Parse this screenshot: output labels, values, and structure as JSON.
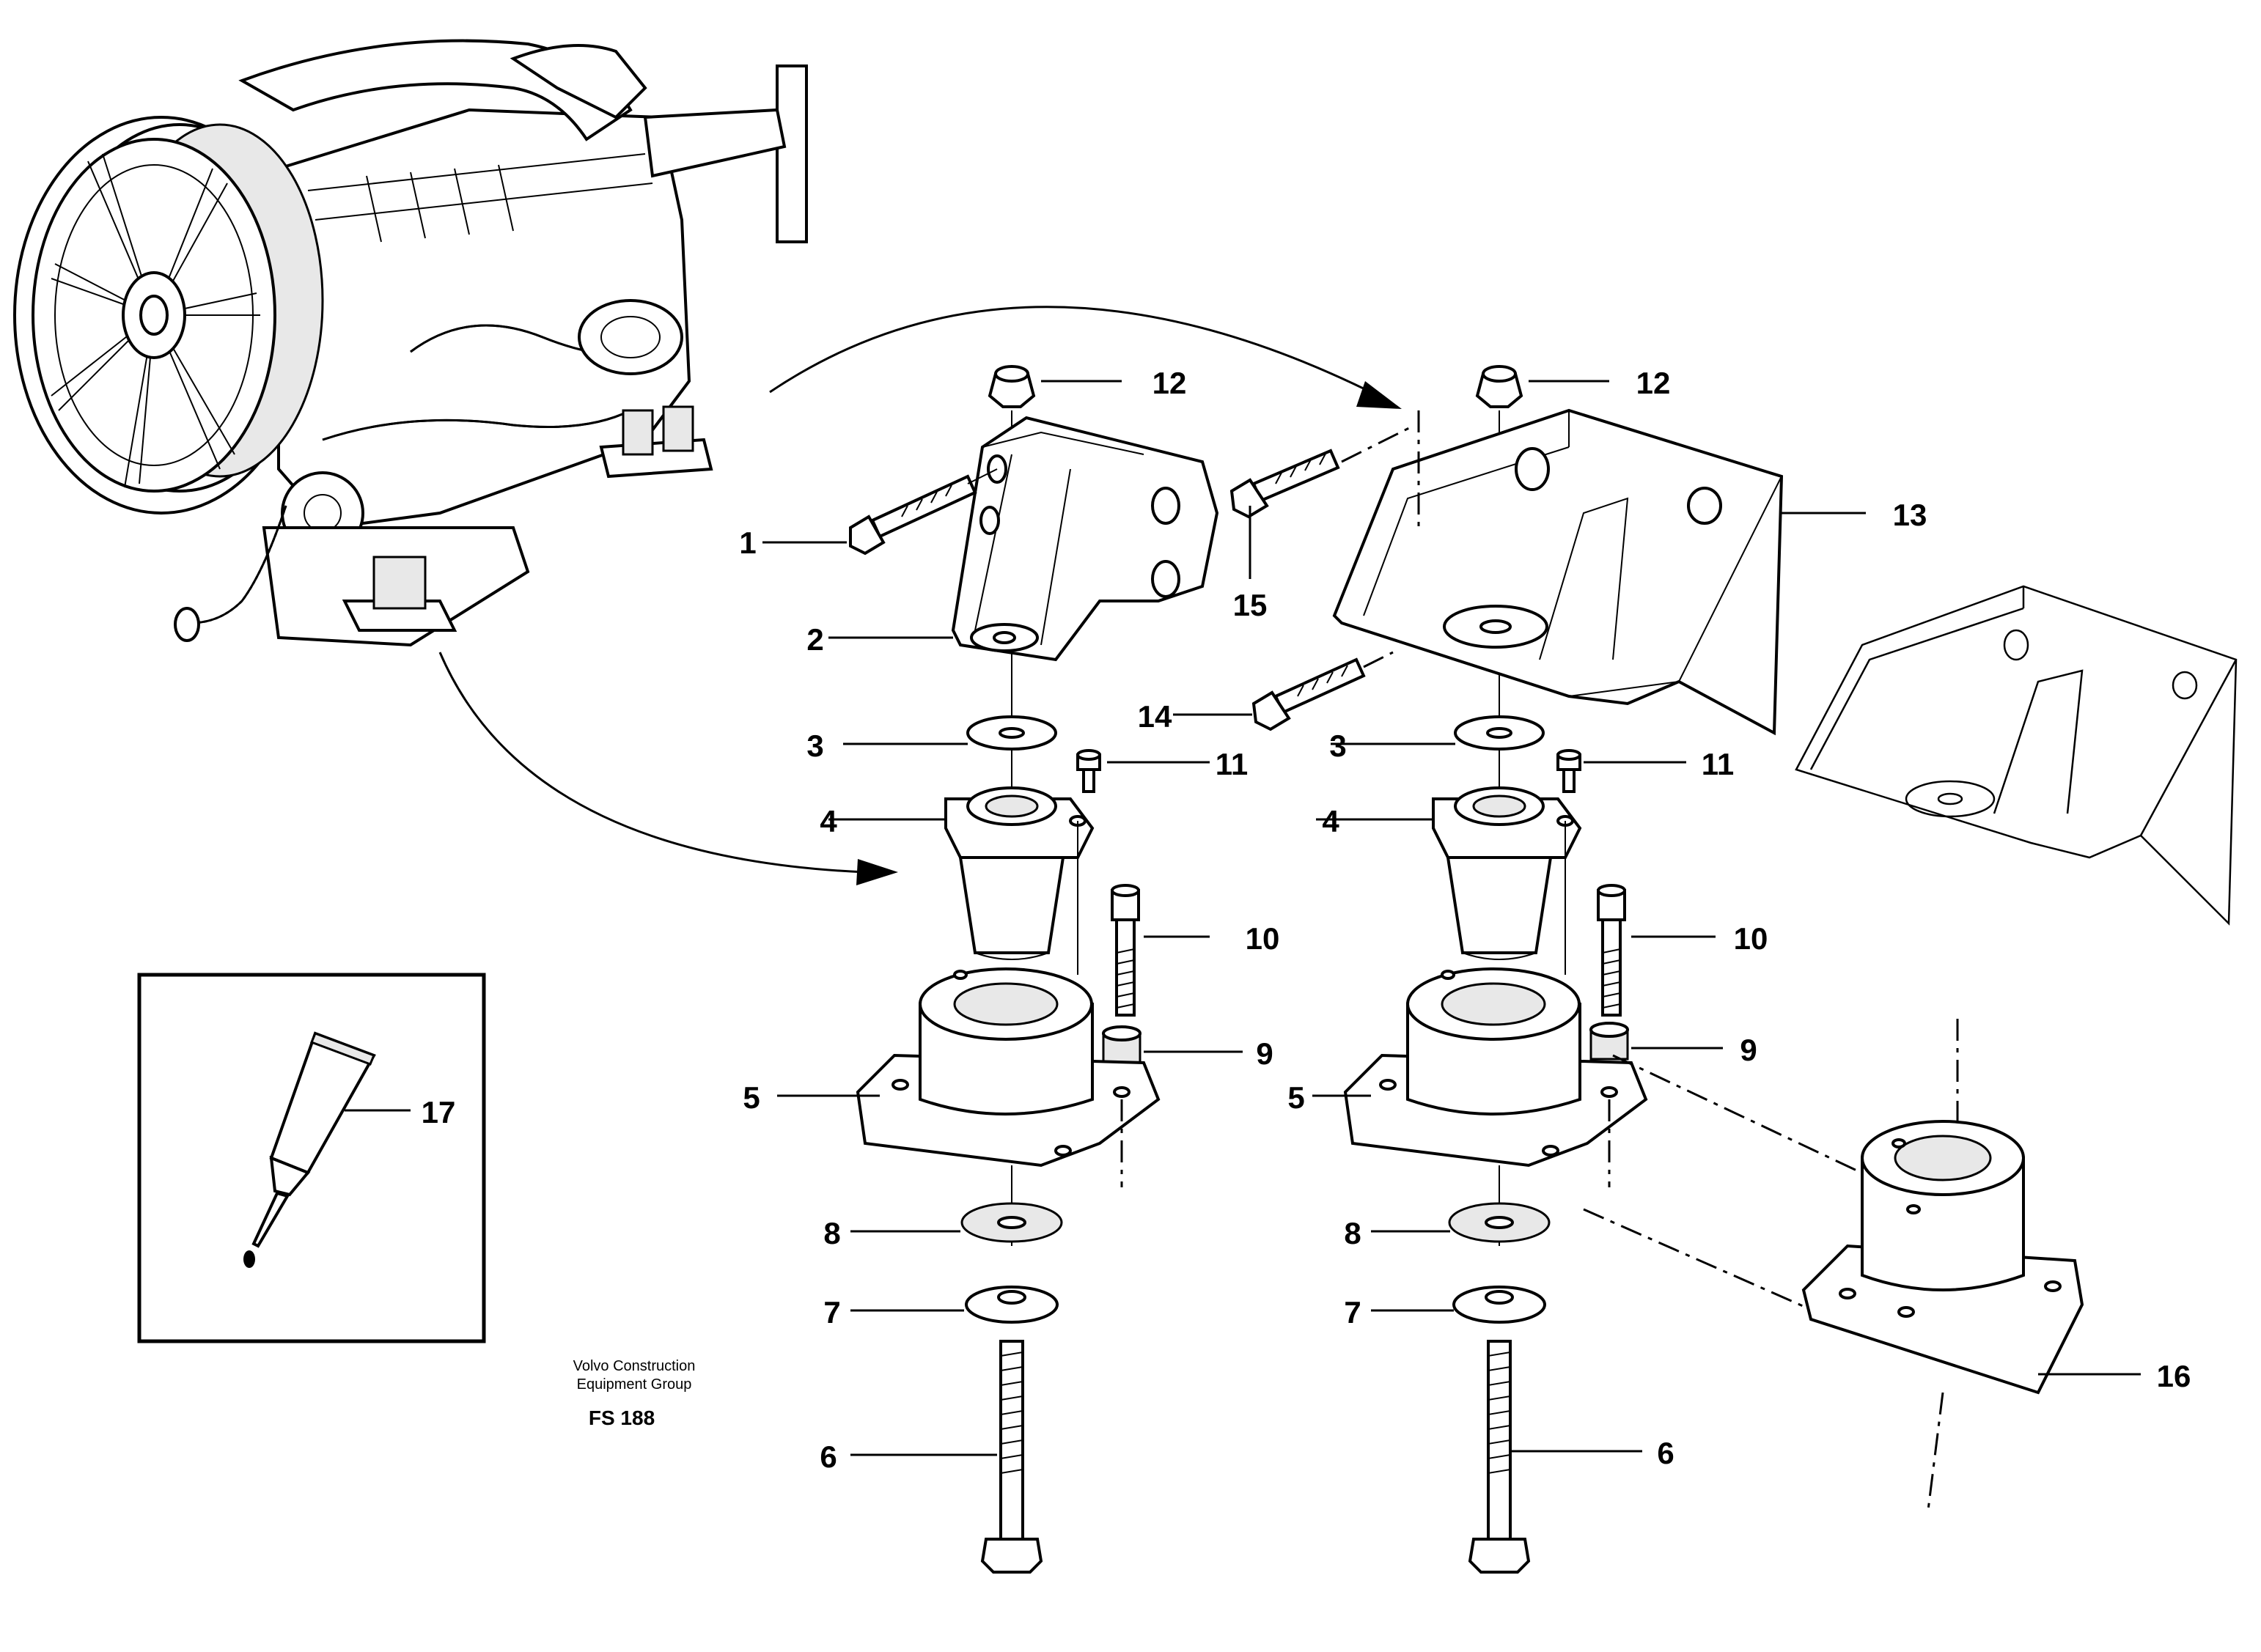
{
  "callouts": [
    {
      "id": "1",
      "text": "1"
    },
    {
      "id": "2",
      "text": "2"
    },
    {
      "id": "3",
      "text": "3"
    },
    {
      "id": "4",
      "text": "4"
    },
    {
      "id": "5",
      "text": "5"
    },
    {
      "id": "6",
      "text": "6"
    },
    {
      "id": "7",
      "text": "7"
    },
    {
      "id": "8",
      "text": "8"
    },
    {
      "id": "9",
      "text": "9"
    },
    {
      "id": "10",
      "text": "10"
    },
    {
      "id": "11",
      "text": "11"
    },
    {
      "id": "12",
      "text": "12"
    },
    {
      "id": "13",
      "text": "13"
    },
    {
      "id": "14",
      "text": "14"
    },
    {
      "id": "15",
      "text": "15"
    },
    {
      "id": "16",
      "text": "16"
    },
    {
      "id": "17",
      "text": "17"
    }
  ],
  "caption": {
    "line1": "Volvo Construction",
    "line2": "Equipment Group",
    "code": "FS 188"
  }
}
